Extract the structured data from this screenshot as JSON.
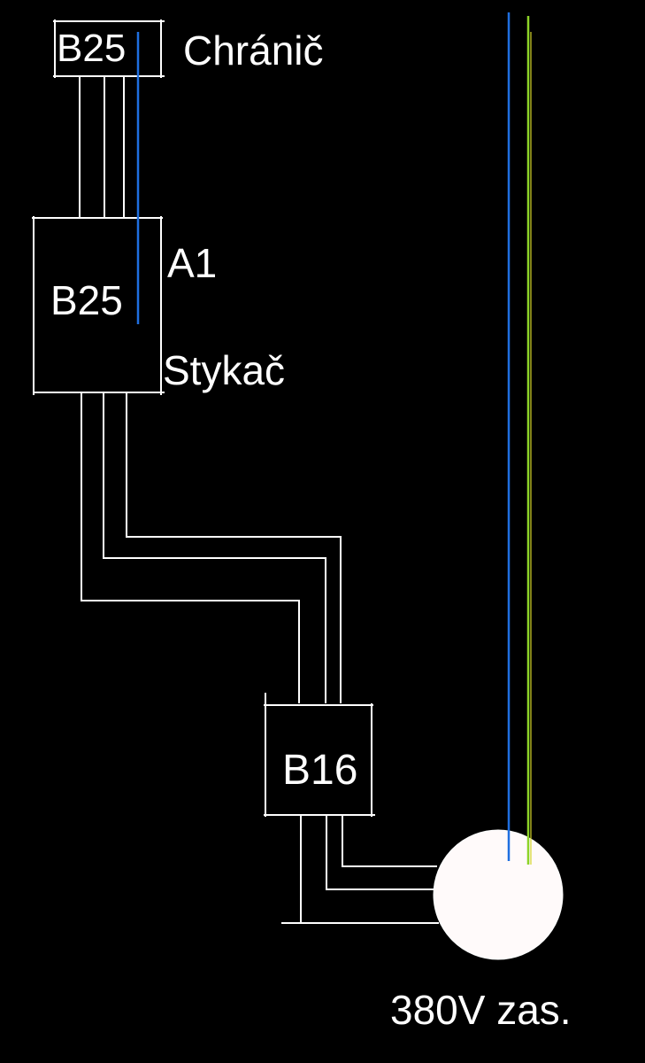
{
  "diagram": {
    "breaker_top": {
      "label": "B25"
    },
    "breaker_top_caption": "Chránič",
    "contactor": {
      "label": "B25"
    },
    "contactor_coil": "A1",
    "contactor_caption": "Stykač",
    "breaker_bottom": {
      "label": "B16"
    },
    "socket_caption": "380V zas."
  },
  "colors": {
    "background": "#000000",
    "wire": "#ffffff",
    "neutral_wire": "#1f6fe0",
    "ground_wire": "#8dd428",
    "socket_fill": "#fffafa"
  }
}
